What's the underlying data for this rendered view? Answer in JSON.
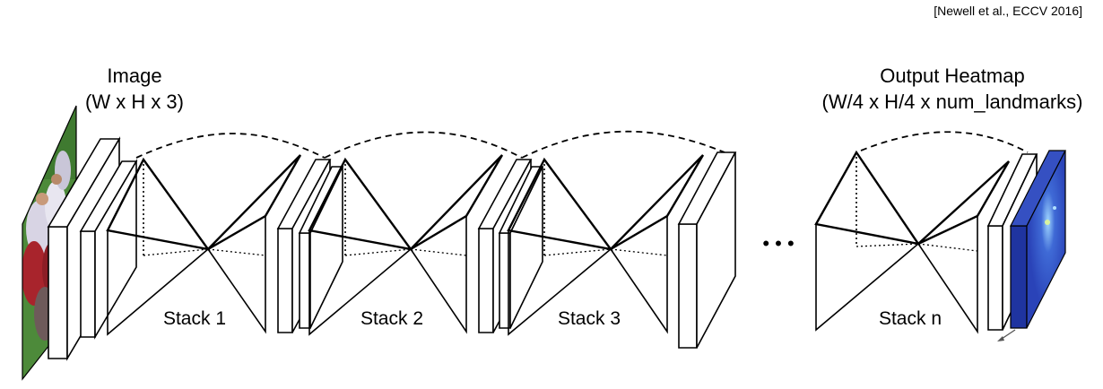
{
  "citation": "[Newell et al., ECCV 2016]",
  "input": {
    "title": "Image",
    "dims": "(W x H x 3)"
  },
  "output": {
    "title": "Output Heatmap",
    "dims": "(W/4 x H/4 x num_landmarks)"
  },
  "stacks": [
    {
      "label": "Stack 1"
    },
    {
      "label": "Stack 2"
    },
    {
      "label": "Stack 3"
    },
    {
      "label": "Stack n"
    }
  ],
  "ellipsis": "• • •",
  "colors": {
    "line": "#000000",
    "heatmap": "#2a43b8",
    "photo_field": "#4d8a3a"
  }
}
